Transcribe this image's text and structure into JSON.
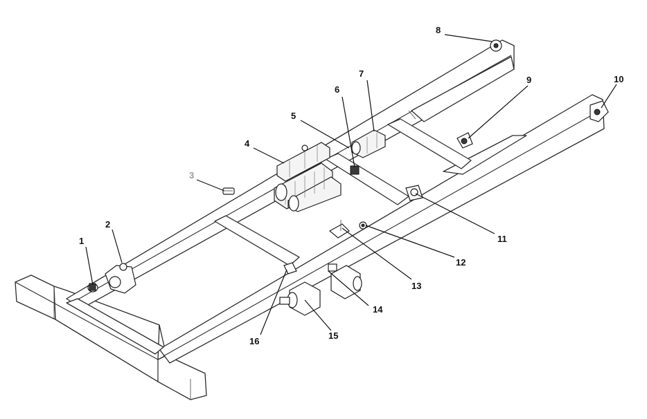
{
  "callouts": [
    {
      "id": "1",
      "label": "1"
    },
    {
      "id": "2",
      "label": "2"
    },
    {
      "id": "3",
      "label": "3"
    },
    {
      "id": "4",
      "label": "4"
    },
    {
      "id": "5",
      "label": "5"
    },
    {
      "id": "6",
      "label": "6"
    },
    {
      "id": "7",
      "label": "7"
    },
    {
      "id": "8",
      "label": "8"
    },
    {
      "id": "9",
      "label": "9"
    },
    {
      "id": "10",
      "label": "10"
    },
    {
      "id": "11",
      "label": "11"
    },
    {
      "id": "12",
      "label": "12"
    },
    {
      "id": "13",
      "label": "13"
    },
    {
      "id": "14",
      "label": "14"
    },
    {
      "id": "15",
      "label": "15"
    },
    {
      "id": "16",
      "label": "16"
    }
  ],
  "colors": {
    "line": "#2a2a2a",
    "dim_label": "#9a9a9a"
  }
}
